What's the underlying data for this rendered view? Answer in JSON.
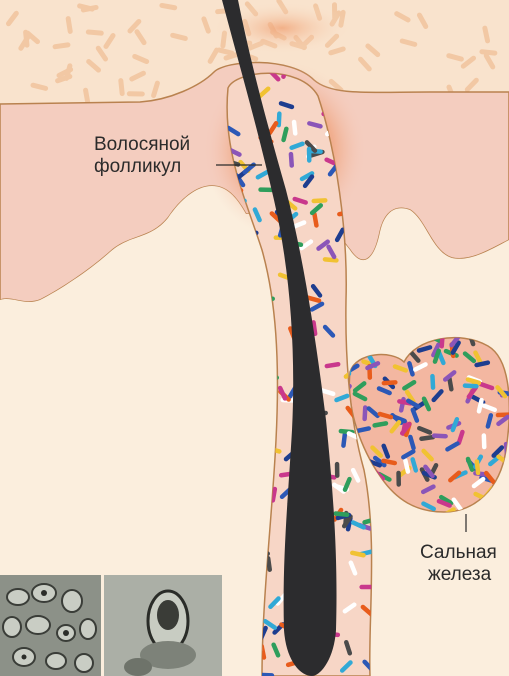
{
  "labels": {
    "follicle": [
      "Волосяной",
      "фолликул"
    ],
    "gland": [
      "Сальная",
      "железа"
    ]
  },
  "colors": {
    "surface": "#f9e3cd",
    "epidermis": "#f4cdbf",
    "dermis": "#fbeedd",
    "outline": "#b9824f",
    "inflammation": "#e8602a",
    "hair": "#2c2c2e",
    "gland_fill": "#f3b7a1",
    "surface_bacteria": "#f2c8a4",
    "bacteria_palette": [
      "#2c58b6",
      "#e85c1c",
      "#31a9d6",
      "#8b55b8",
      "#f1c232",
      "#4b4b4b",
      "#2f9e5c",
      "#ffffff",
      "#c9388c",
      "#1d3d8f"
    ]
  },
  "images": [
    {
      "name": "micrograph-bacteria-cluster"
    },
    {
      "name": "micrograph-single-bacterium"
    }
  ]
}
